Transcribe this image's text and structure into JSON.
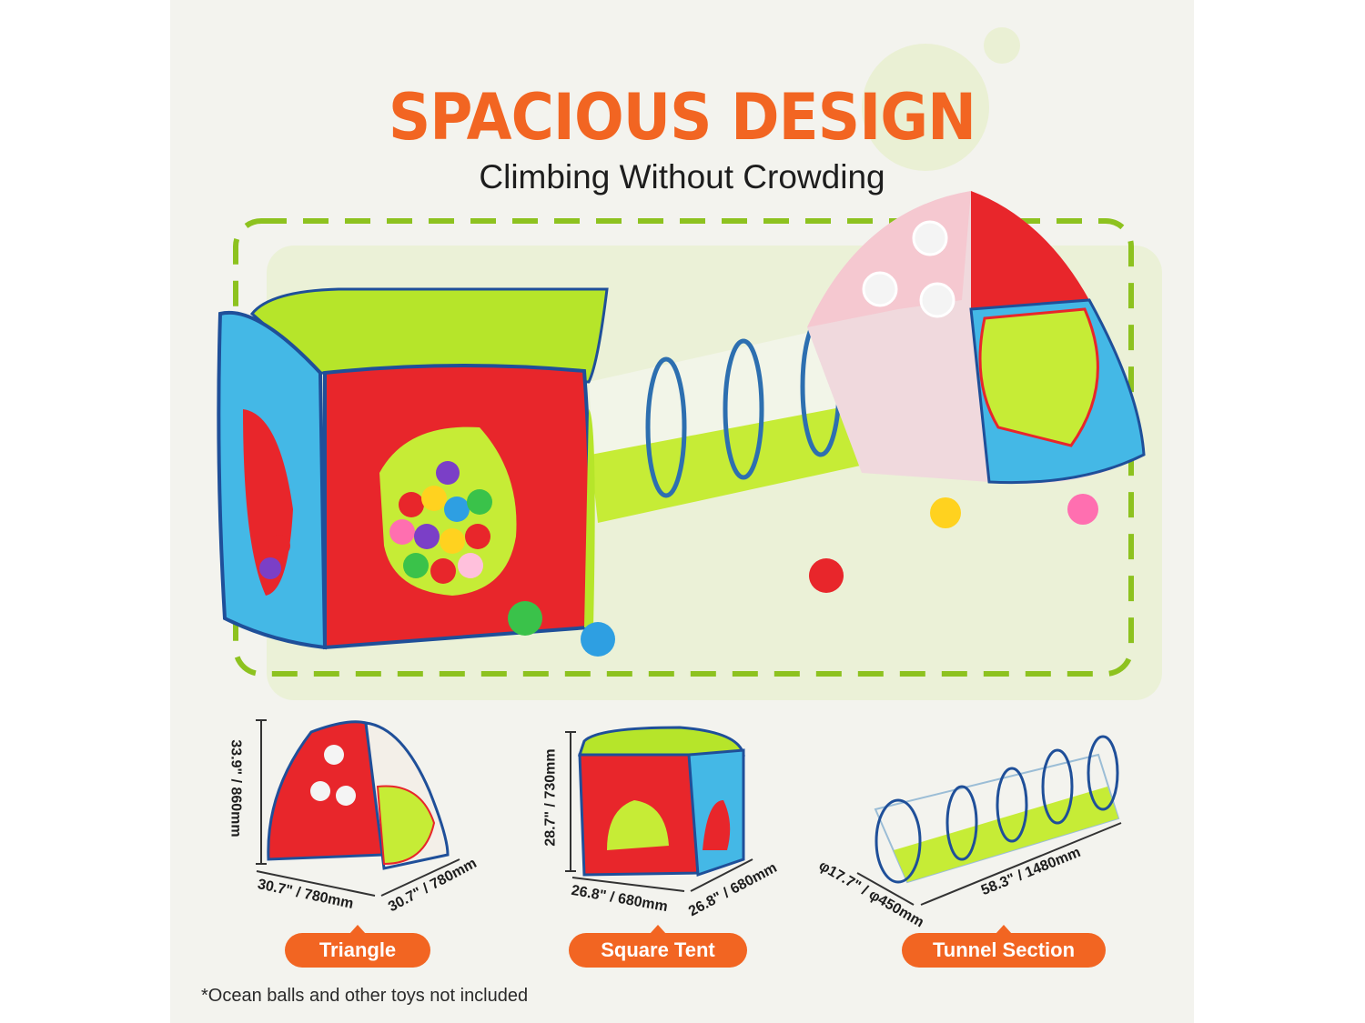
{
  "header": {
    "title": "SPACIOUS DESIGN",
    "subtitle": "Climbing Without Crowding"
  },
  "products": [
    {
      "label": "Triangle",
      "height": "33.9\" / 860mm",
      "width": "30.7\" / 780mm",
      "depth": "30.7\" / 780mm"
    },
    {
      "label": "Square Tent",
      "height": "28.7\" / 730mm",
      "width": "26.8\" / 680mm",
      "depth": "26.8\" / 680mm"
    },
    {
      "label": "Tunnel Section",
      "diameter": "φ17.7\" / φ450mm",
      "length": "58.3\" / 1480mm"
    }
  ],
  "footnote": "*Ocean balls and other toys not included",
  "colors": {
    "accent": "#f26522",
    "red": "#e8262b",
    "blue": "#3fb6e3",
    "green": "#b6e52a",
    "dashed_frame": "#8dc21f"
  }
}
